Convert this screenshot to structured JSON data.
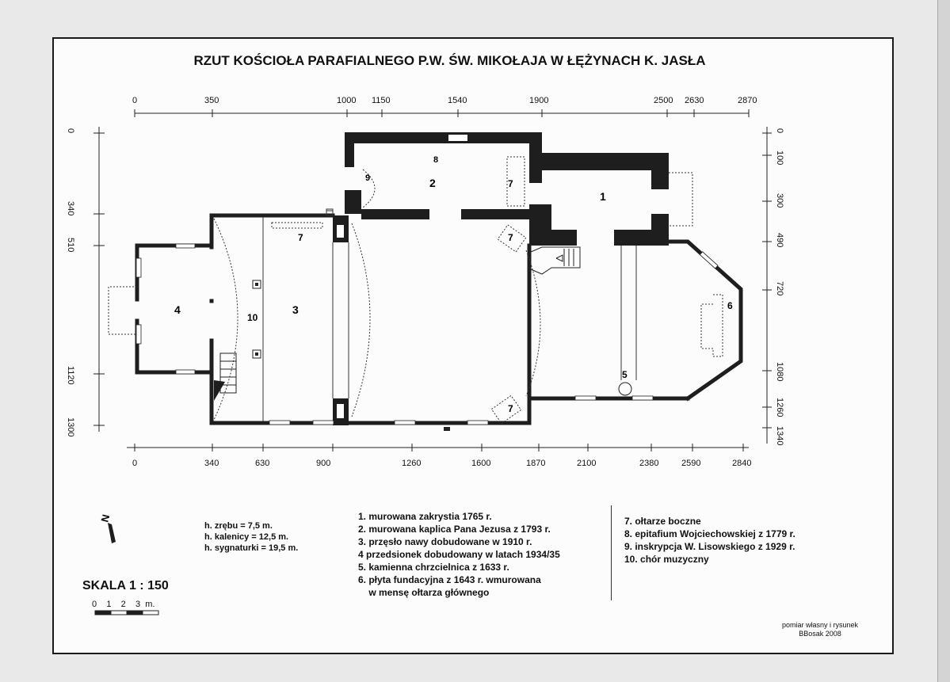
{
  "title": "RZUT KOŚCIOŁA PARAFIALNEGO P.W. ŚW. MIKOŁAJA W ŁĘŻYNACH K. JASŁA",
  "top_ruler": [
    "0",
    "350",
    "1000",
    "1150",
    "1540",
    "1900",
    "2500",
    "2630",
    "2870"
  ],
  "bottom_ruler": [
    "0",
    "340",
    "630",
    "900",
    "1260",
    "1600",
    "1870",
    "2100",
    "2380",
    "2590",
    "2840"
  ],
  "left_ruler": [
    "0",
    "340",
    "510",
    "1120",
    "1300"
  ],
  "right_ruler": [
    "0",
    "100",
    "300",
    "490",
    "720",
    "1080",
    "1260",
    "1340"
  ],
  "room_labels": {
    "r1": "1",
    "r2": "2",
    "r3": "3",
    "r4": "4",
    "r5": "5",
    "r6": "6",
    "r7a": "7",
    "r7b": "7",
    "r7c": "7",
    "r7d": "7",
    "r8": "8",
    "r9": "9",
    "r10": "10"
  },
  "north_label": "N",
  "heights": [
    "h. zrębu = 7,5  m.",
    "h. kalenicy = 12,5 m.",
    "h. sygnaturki = 19,5 m."
  ],
  "legend_left": [
    "1. murowana zakrystia 1765 r.",
    "2. murowana kaplica Pana Jezusa z 1793 r.",
    "3. przęsło nawy dobudowane w 1910 r.",
    "4  przedsionek dobudowany w latach 1934/35",
    "5. kamienna chrzcielnica z 1633 r.",
    "6. płyta fundacyjna z 1643 r. wmurowana",
    "    w mensę ołtarza głównego"
  ],
  "legend_right": [
    "7. ołtarze boczne",
    "8. epitafium  Wojciechowskiej z 1779 r.",
    "9.  inskrypcja W. Lisowskiego z 1929 r.",
    "10. chór muzyczny"
  ],
  "scale": {
    "title": "SKALA  1 : 150",
    "numbers": "0    1    2    3  m."
  },
  "credit": [
    "pomiar własny i rysunek",
    "BBosak 2008"
  ]
}
